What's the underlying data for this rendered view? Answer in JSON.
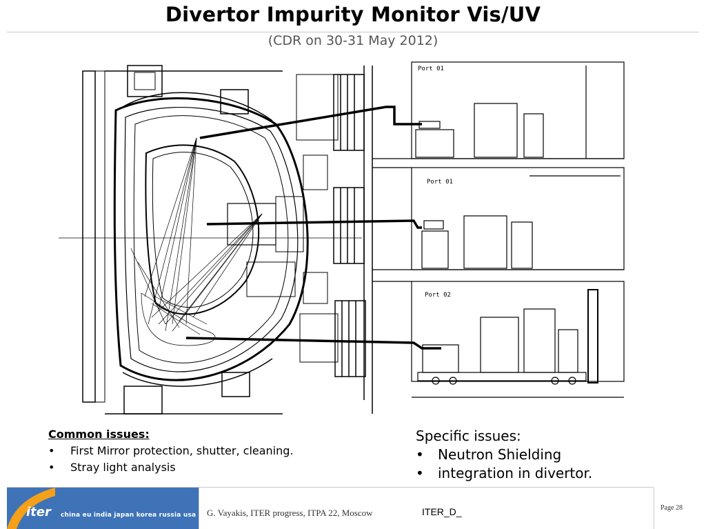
{
  "slide": {
    "title": "Divertor Impurity Monitor Vis/UV",
    "subtitle": "(CDR on 30-31 May 2012)"
  },
  "diagram": {
    "port_labels": [
      "Port 01",
      "Port 01",
      "Port 02"
    ]
  },
  "common_issues": {
    "heading": "Common issues:",
    "items": [
      "First Mirror protection, shutter, cleaning.",
      "Stray light analysis"
    ]
  },
  "specific_issues": {
    "heading": "Specific issues:",
    "items": [
      "Neutron Shielding",
      "integration in divertor."
    ]
  },
  "footer": {
    "logo": "iter",
    "tagline": "china eu india japan korea russia usa",
    "credit": "G. Vayakis, ITER progress, ITPA 22, Moscow",
    "doc_id": "ITER_D_",
    "page": "Page 28"
  },
  "colors": {
    "footer_band": "#3f73b7",
    "title_rule": "#c8c8c8"
  }
}
